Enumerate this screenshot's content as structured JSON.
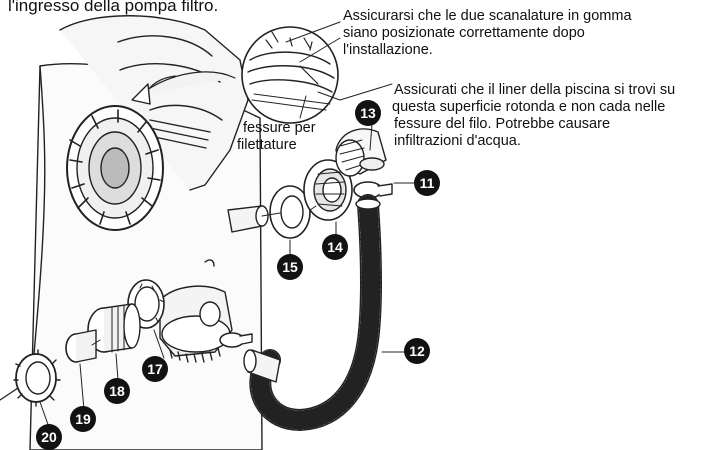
{
  "header_fragment": "l'ingresso della pompa filtro.",
  "notes": {
    "gaskets": [
      "Assicurarsi che le due scanalature in gomma",
      "siano posizionate correttamente dopo",
      "l'installazione."
    ],
    "liner": [
      "Assicurati che il liner della piscina si trovi su",
      "questa superficie rotonda e non cada nelle",
      "fessure del filo. Potrebbe causare",
      "infiltrazioni d'acqua."
    ],
    "thread_slots": [
      "fessure per",
      "filettature"
    ]
  },
  "callouts": [
    "11",
    "12",
    "13",
    "14",
    "15",
    "17",
    "18",
    "19",
    "20"
  ],
  "colors": {
    "ink": "#121212",
    "paper": "#ffffff"
  }
}
